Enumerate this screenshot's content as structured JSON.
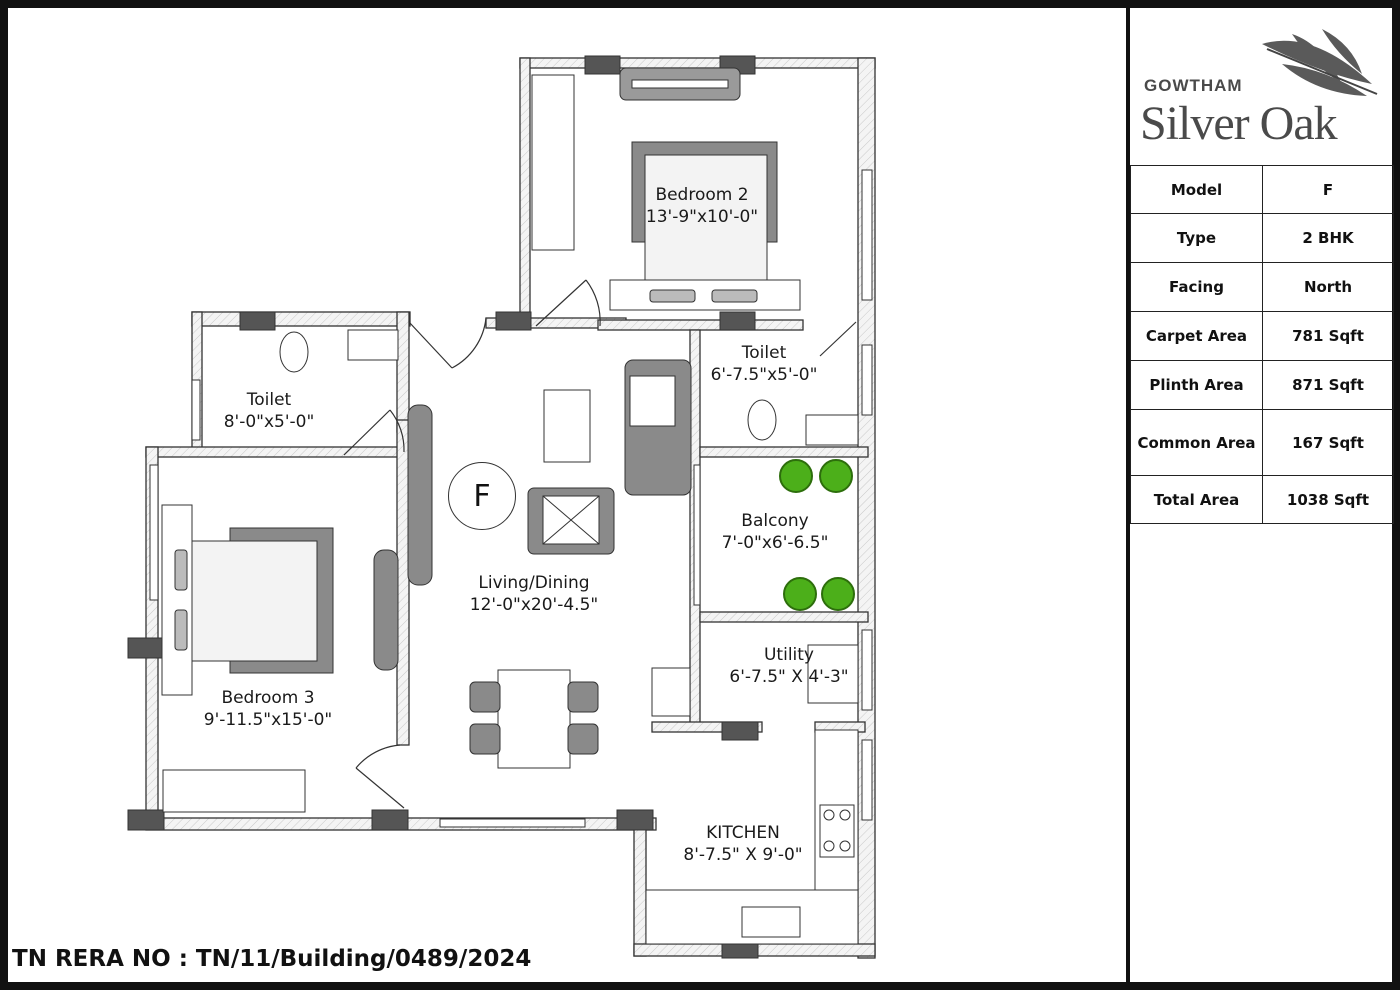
{
  "rera": "TN RERA NO : TN/11/Building/0489/2024",
  "brand": {
    "top": "GOWTHAM",
    "main": "Silver Oak"
  },
  "model_tag": "F",
  "specs": [
    {
      "key": "Model",
      "value": "F"
    },
    {
      "key": "Type",
      "value": "2 BHK"
    },
    {
      "key": "Facing",
      "value": "North"
    },
    {
      "key": "Carpet Area",
      "value": "781 Sqft"
    },
    {
      "key": "Plinth Area",
      "value": "871 Sqft"
    },
    {
      "key": "Common Area",
      "value": "167 Sqft"
    },
    {
      "key": "Total Area",
      "value": "1038 Sqft"
    }
  ],
  "rooms": {
    "bedroom2": {
      "name": "Bedroom 2",
      "size": "13'-9\"x10'-0\""
    },
    "toilet_left": {
      "name": "Toilet",
      "size": "8'-0\"x5'-0\""
    },
    "toilet_right": {
      "name": "Toilet",
      "size": "6'-7.5\"x5'-0\""
    },
    "balcony": {
      "name": "Balcony",
      "size": "7'-0\"x6'-6.5\""
    },
    "living": {
      "name": "Living/Dining",
      "size": "12'-0\"x20'-4.5\""
    },
    "utility": {
      "name": "Utility",
      "size": "6'-7.5\" X 4'-3\""
    },
    "bedroom3": {
      "name": "Bedroom 3",
      "size": "9'-11.5\"x15'-0\""
    },
    "kitchen": {
      "name": "KITCHEN",
      "size": "8'-7.5\" X 9'-0\""
    }
  },
  "colors": {
    "wall": "#f2f2f2",
    "wall_line": "#333333",
    "column": "#555555",
    "furniture": "#8a8a8a",
    "plant": "#4caf1a",
    "frame": "#111111"
  }
}
